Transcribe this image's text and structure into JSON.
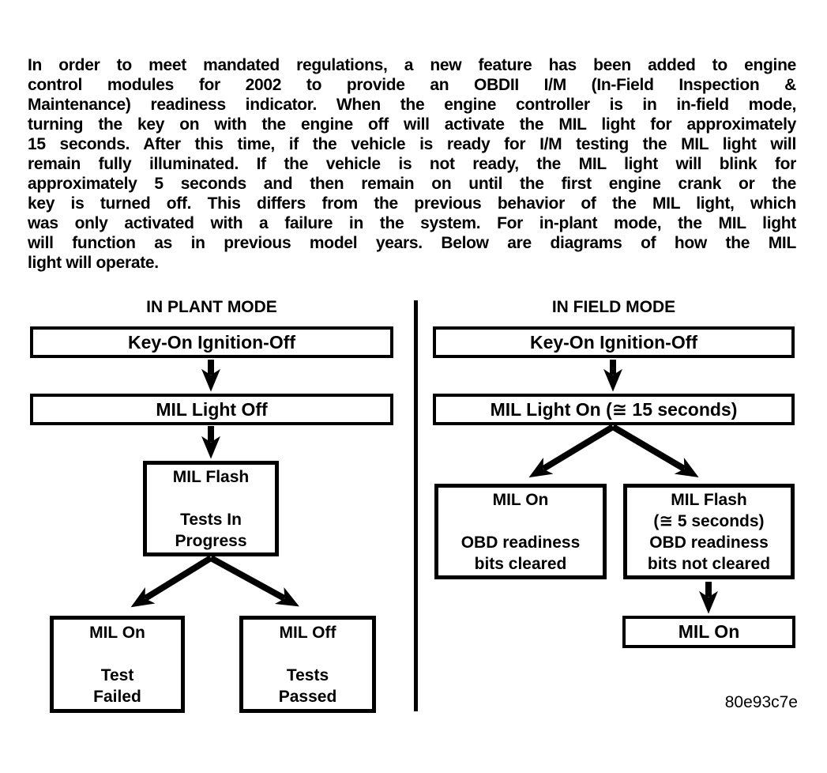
{
  "colors": {
    "background": "#ffffff",
    "ink": "#000000"
  },
  "paragraph": {
    "lines": [
      "In order to meet mandated regulations, a new feature has been added to engine",
      "control modules for 2002 to provide an OBDII I/M (In-Field Inspection &",
      "Maintenance) readiness indicator.  When the engine controller is in in-field mode,",
      "turning the key on with the engine off will activate the MIL light for approximately",
      "15 seconds.  After this time, if the vehicle is ready for I/M testing the MIL light will",
      "remain fully illuminated.  If the vehicle is not ready, the MIL light will blink for",
      "approximately 5 seconds and then remain on until the first engine crank or the",
      "key is turned off.  This differs from the previous behavior of the MIL light, which",
      "was only activated with a failure in the system.  For in-plant mode, the MIL light",
      "will function as in previous model years.  Below are diagrams of how the MIL",
      "light will operate."
    ]
  },
  "in_plant": {
    "title": "IN PLANT MODE",
    "box_key_on": "Key-On Ignition-Off",
    "box_mil_light_off": "MIL Light Off",
    "box_mil_flash": "MIL Flash\n\nTests In\nProgress",
    "box_mil_on_test_failed": "MIL On\n\nTest\nFailed",
    "box_mil_off_tests_passed": "MIL Off\n\nTests\nPassed"
  },
  "in_field": {
    "title": "IN FIELD MODE",
    "box_key_on": "Key-On Ignition-Off",
    "box_mil_light_on": "MIL Light On (≅ 15 seconds)",
    "box_mil_on_bits_cleared": "MIL On\n\nOBD readiness\nbits cleared",
    "box_mil_flash_not_cleared": "MIL Flash\n(≅ 5 seconds)\nOBD readiness\nbits not cleared",
    "box_mil_on_final": "MIL On"
  },
  "figure_code": "80e93c7e"
}
